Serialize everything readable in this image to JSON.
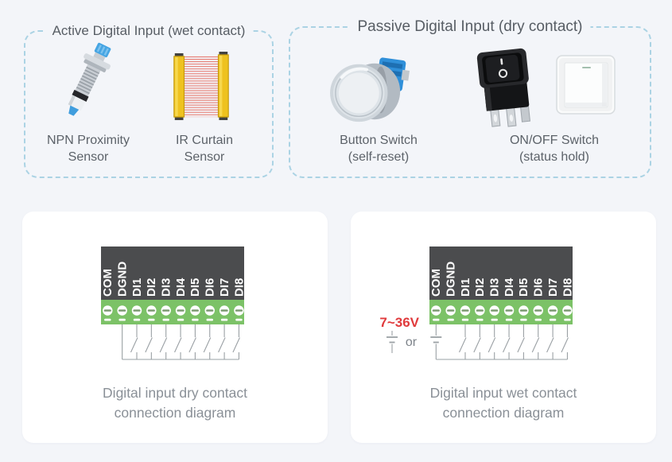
{
  "colors": {
    "background": "#f3f5f9",
    "card": "#ffffff",
    "dashed_border": "#abd3e4",
    "title_text": "#575d64",
    "label_text": "#5c6269",
    "caption_text": "#8a9097",
    "block_dark": "#4b4c4e",
    "block_green": "#7cc267",
    "screw_slot": "#7b9a70",
    "terminal_text": "#ffffff",
    "wire": "#9aa0a4",
    "power_red": "#e03a3c"
  },
  "top_boxes": [
    {
      "title": "Active Digital Input (wet contact)",
      "items": [
        {
          "image": "npn-proximity-sensor",
          "label_lines": [
            "NPN Proximity",
            "Sensor"
          ]
        },
        {
          "image": "ir-curtain-sensor",
          "label_lines": [
            "IR Curtain",
            "Sensor"
          ]
        }
      ]
    },
    {
      "title": "Passive Digital Input (dry contact)",
      "items": [
        {
          "image": "button-switch",
          "label_lines": [
            "Button Switch",
            "(self-reset)"
          ]
        },
        {
          "image": "rocker-switch, wall-switch",
          "label_lines": [
            "ON/OFF Switch",
            "(status hold)"
          ]
        }
      ]
    }
  ],
  "cards": [
    {
      "caption_lines": [
        "Digital input dry contact",
        "connection diagram"
      ],
      "diagram": {
        "terminals": [
          "COM",
          "DGND",
          "DI1",
          "DI2",
          "DI3",
          "DI4",
          "DI5",
          "DI6",
          "DI7",
          "DI8"
        ],
        "common_terminal": "DGND",
        "switch_terminals": [
          "DI1",
          "DI2",
          "DI3",
          "DI4",
          "DI5",
          "DI6",
          "DI7",
          "DI8"
        ],
        "power": null
      }
    },
    {
      "caption_lines": [
        "Digital input wet contact",
        "connection diagram"
      ],
      "diagram": {
        "terminals": [
          "COM",
          "DGND",
          "DI1",
          "DI2",
          "DI3",
          "DI4",
          "DI5",
          "DI6",
          "DI7",
          "DI8"
        ],
        "common_terminal": "COM",
        "switch_terminals": [
          "DI1",
          "DI2",
          "DI3",
          "DI4",
          "DI5",
          "DI6",
          "DI7",
          "DI8"
        ],
        "power": {
          "label": "7~36V",
          "or_label": "or"
        }
      }
    }
  ]
}
